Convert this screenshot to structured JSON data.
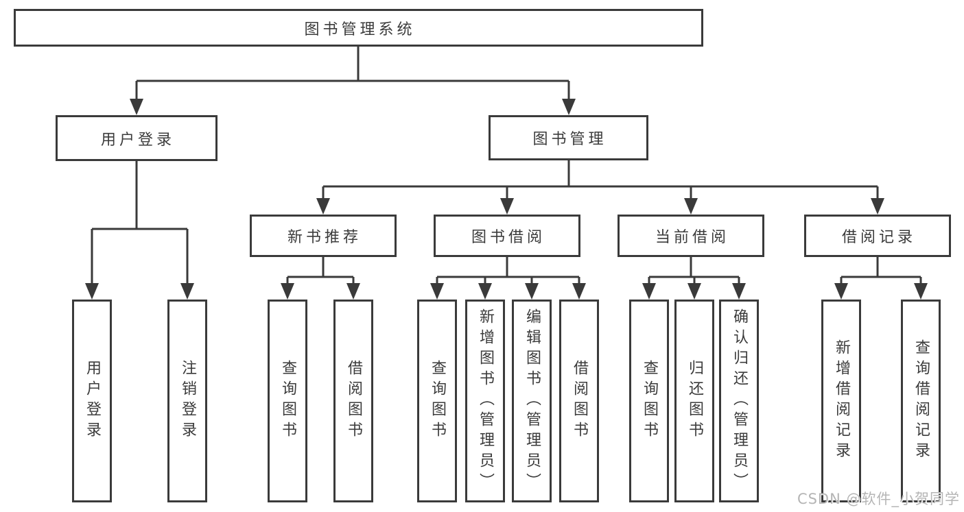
{
  "diagram": {
    "root": {
      "label": "图书管理系统"
    },
    "user_login": {
      "label": "用户登录",
      "children": [
        {
          "label": "用户登录"
        },
        {
          "label": "注销登录"
        }
      ]
    },
    "book_mgmt": {
      "label": "图书管理",
      "sections": [
        {
          "label": "新书推荐",
          "children": [
            {
              "label": "查询图书"
            },
            {
              "label": "借阅图书"
            }
          ]
        },
        {
          "label": "图书借阅",
          "children": [
            {
              "label": "查询图书"
            },
            {
              "label": "新增图书（管理员）"
            },
            {
              "label": "编辑图书（管理员）"
            },
            {
              "label": "借阅图书"
            }
          ]
        },
        {
          "label": "当前借阅",
          "children": [
            {
              "label": "查询图书"
            },
            {
              "label": "归还图书"
            },
            {
              "label": "确认归还（管理员）"
            }
          ]
        },
        {
          "label": "借阅记录",
          "children": [
            {
              "label": "新增借阅记录"
            },
            {
              "label": "查询借阅记录"
            }
          ]
        }
      ]
    },
    "watermark": "CSDN @软件_小贺同学",
    "colors": {
      "line": "#3a3a3a",
      "box_fill": "#ffffff",
      "text": "#3b3b3b",
      "watermark": "#b5b5b5"
    }
  }
}
